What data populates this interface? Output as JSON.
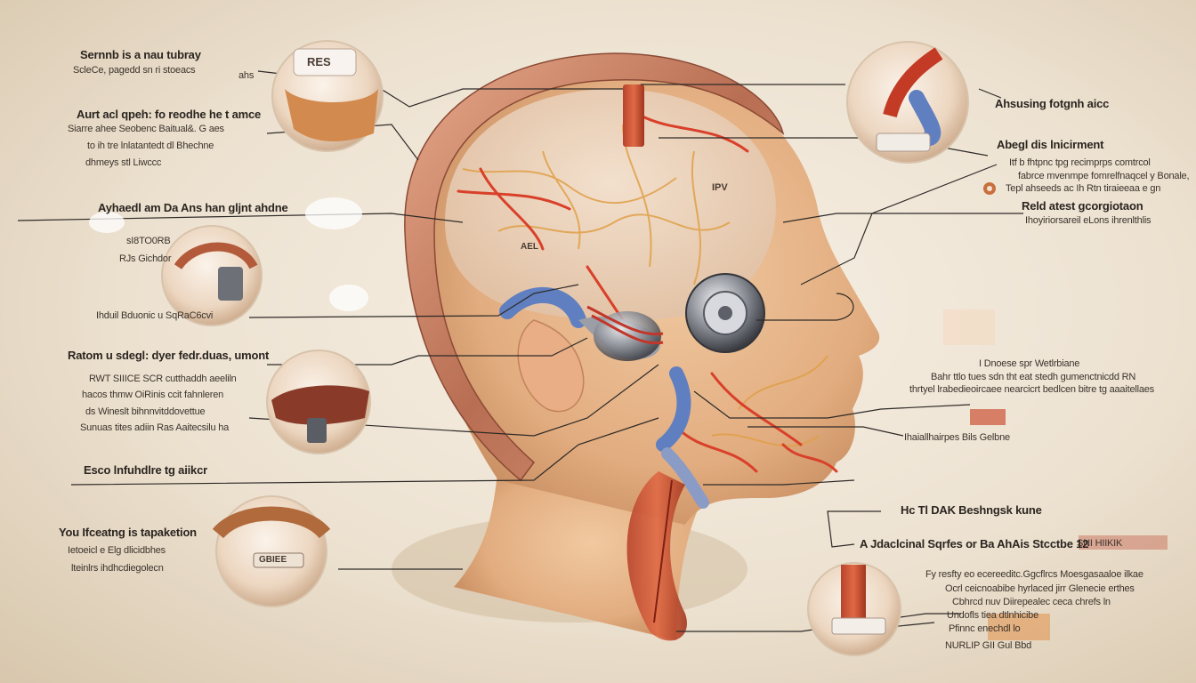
{
  "colors": {
    "background": "#efe6d8",
    "skin": "#e8b98d",
    "skull": "#c9876a",
    "artery": "#d9402a",
    "nerve": "#e0a048",
    "vessel_blue": "#5f7fc0",
    "leader_line": "#2e2a27"
  },
  "labels": {
    "left": [
      {
        "title": "Sernnb is a nau tubray",
        "lines": [
          "ScleCe, pagedd sn ri stoeacs",
          "ahs"
        ]
      },
      {
        "title": "Aurt acl qpeh: fo reodhe he t amce",
        "lines": [
          "Siarre ahee Seobenc Baitual&. G aes",
          "to ih tre lnlatantedt dl Bhechne",
          "dhmeys stl Liwccc"
        ]
      },
      {
        "title": "Ayhaedl am Da Ans han gljnt ahdne",
        "lines": [
          "sI8TO0RB",
          "RJs Gichdor"
        ]
      },
      {
        "title": "",
        "lines": [
          "Ihduil Bduonic u SqRaC6cvi"
        ]
      },
      {
        "title": "Ratom u sdegl: dyer fedr.duas, umont",
        "lines": [
          "RWT SIIICE SCR cutthaddh aeeliln",
          "hacos thmw OiRinis ccit fahnleren",
          "ds Wineslt bihnnvitddovettue",
          "Sunuas tites adiin Ras Aaitecsilu ha"
        ]
      },
      {
        "title": "Esco lnfuhdlre tg aiikcr",
        "lines": []
      },
      {
        "title": "You Ifceatng is tapaketion",
        "lines": [
          "Ietoeicl e Elg dlicidbhes",
          "lteinlrs ihdhcdiegolecn"
        ]
      }
    ],
    "right": [
      {
        "title": "Ahsusing fotgnh aicc",
        "lines": []
      },
      {
        "title": "Abegl dis lnicirment",
        "lines": [
          "Itf b fhtpnc tpg recimprps comtrcol",
          "fabrce mvenmpe fomrelfnaqcel y Bonale,",
          "Tepl ahseeds ac Ih Rtn tiraieeaa e gn"
        ]
      },
      {
        "title": "Reld atest gcorgiotaon",
        "lines": [
          "Ihoyiriorsareil eLons ihrenlthlis"
        ]
      },
      {
        "title": "I Dnoese spr Wetlrbiane",
        "lines": [
          "Bahr ttlo tues sdn tht eat stedh gumenctnicdd RN",
          "thrtyel lrabedieoircaee nearcicrt bedlcen bitre tg aaaitellaes"
        ]
      },
      {
        "title": "",
        "lines": [
          "Ihaiallhairpes Bils Gelbne"
        ]
      },
      {
        "title": "Hc Tl DAK Beshngsk kune",
        "lines": []
      },
      {
        "title": "A Jdaclcinal Sqrfes or Ba AhAis Stcctbe 12",
        "lines": [
          "SNI HIIKIK"
        ]
      },
      {
        "title": "Fy resfty eo ecereeditc.Ggcflrcs Moesgasaaloe ilkae",
        "lines": [
          "Ocrl ceicnoabibe hyrlaced jirr Glenecie erthes",
          "Cbhrcd nuv Diirepealec ceca chrefs ln",
          "Undofls tiea dtlnhicibe",
          "Pfinnc enechdl lo",
          "NURLIP GII Gul Bbd"
        ]
      }
    ]
  },
  "insets": {
    "top_left": "RES",
    "brain_chip": "IPV",
    "middle": "AEL",
    "bottom_left": "GBIEE"
  }
}
